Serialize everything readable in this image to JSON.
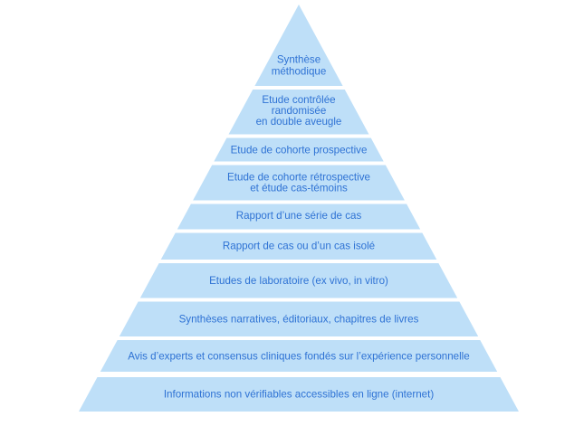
{
  "diagram": {
    "type": "pyramid",
    "level_count": 10
  },
  "colors": {
    "segment_fill": "#BEDFF8",
    "label_text": "#2E72D4",
    "background": "#FFFFFF"
  },
  "levels": [
    {
      "rank": 1,
      "label": "Synthèse méthodique",
      "lines": [
        "Synthèse",
        "méthodique"
      ]
    },
    {
      "rank": 2,
      "label": "Etude contrôlée randomisée en double aveugle",
      "lines": [
        "Etude contrôlée",
        "randomisée",
        "en double aveugle"
      ]
    },
    {
      "rank": 3,
      "label": "Etude de cohorte prospective",
      "lines": [
        "Etude de cohorte prospective"
      ]
    },
    {
      "rank": 4,
      "label": "Etude de cohorte rétrospective et étude cas-témoins",
      "lines": [
        "Etude de cohorte rétrospective",
        "et étude cas-témoins"
      ]
    },
    {
      "rank": 5,
      "label": "Rapport d’une série de cas",
      "lines": [
        "Rapport d’une série de cas"
      ]
    },
    {
      "rank": 6,
      "label": "Rapport de cas ou d’un cas isolé",
      "lines": [
        "Rapport de cas ou d’un cas isolé"
      ]
    },
    {
      "rank": 7,
      "label": "Etudes de laboratoire (ex vivo, in vitro)",
      "lines": [
        "Etudes de laboratoire (ex vivo, in vitro)"
      ]
    },
    {
      "rank": 8,
      "label": "Synthèses narratives, éditoriaux, chapitres de livres",
      "lines": [
        "Synthèses narratives, éditoriaux, chapitres de livres"
      ]
    },
    {
      "rank": 9,
      "label": "Avis d’experts et consensus cliniques fondés sur l’expérience personnelle",
      "lines": [
        "Avis d’experts et consensus cliniques fondés sur l’expérience personnelle"
      ]
    },
    {
      "rank": 10,
      "label": "Informations non vérifiables accessibles en ligne (internet)",
      "lines": [
        "Informations non vérifiables accessibles en ligne (internet)"
      ]
    }
  ]
}
